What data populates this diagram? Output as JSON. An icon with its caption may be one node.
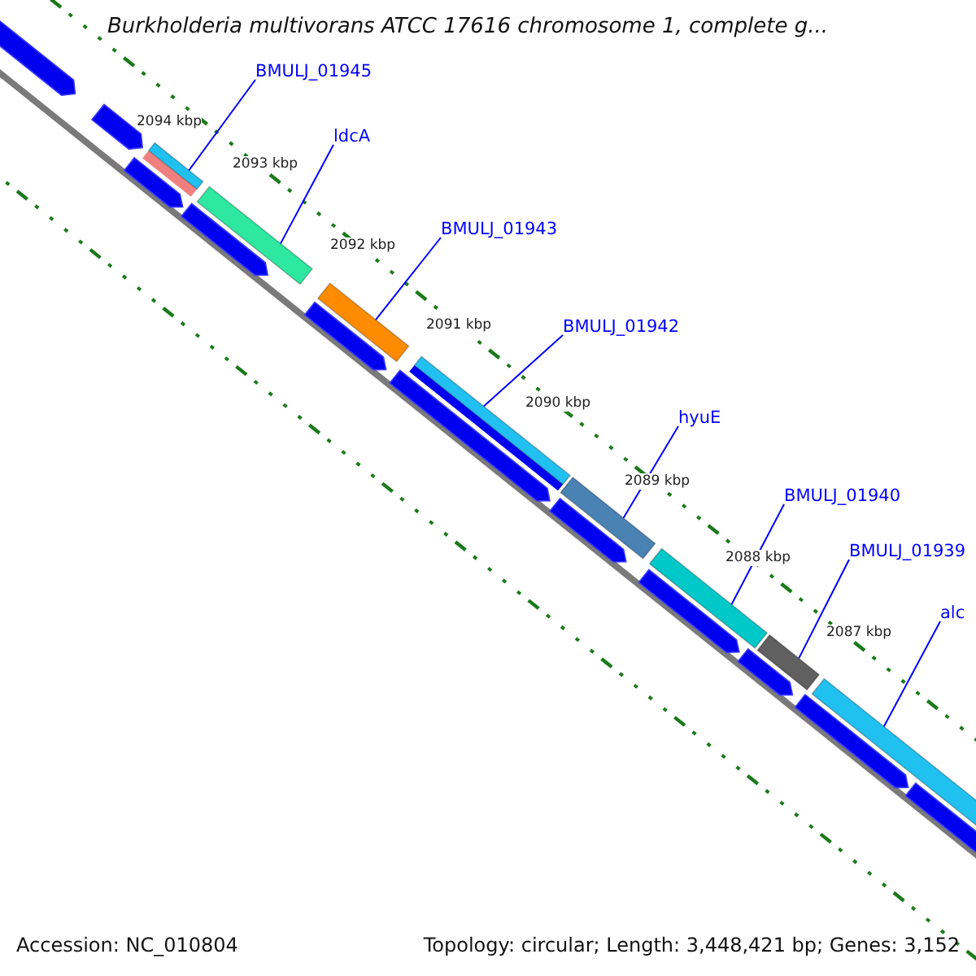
{
  "diagram": {
    "title": "Burkholderia multivorans ATCC 17616 chromosome 1, complete g...",
    "nodes": [
      {
        "text": [
          "BMULJ_01945"
        ]
      },
      {
        "text": [],
        "shape": "bar"
      },
      {
        "text": [
          "ldcA"
        ]
      },
      {
        "text": [],
        "shape": "bar"
      },
      {
        "text": [
          "BMULJ_01943"
        ]
      },
      {
        "text": [],
        "shape": "bar"
      },
      {
        "text": [
          "BMULJ_01942"
        ]
      },
      {
        "text": [],
        "shape": "bar"
      },
      {
        "text": [
          "hyuE"
        ]
      },
      {
        "text": [],
        "shape": "bar"
      },
      {
        "text": [
          "BMULJ_01940"
        ]
      },
      {
        "text": [],
        "shape": "bar"
      },
      {
        "text": [
          "BMULJ_01939"
        ]
      },
      {
        "text": [],
        "shape": "bar"
      },
      {
        "text": [
          "alc"
        ]
      },
      {
        "text": [],
        "shape": "bar"
      }
    ],
    "edges": [
      {
        "from": 0,
        "to": 1,
        "arrow": "none"
      },
      {
        "from": 2,
        "to": 3,
        "arrow": "none"
      },
      {
        "from": 4,
        "to": 5,
        "arrow": "none"
      },
      {
        "from": 6,
        "to": 7,
        "arrow": "none"
      },
      {
        "from": 8,
        "to": 9,
        "arrow": "none"
      },
      {
        "from": 10,
        "to": 11,
        "arrow": "none"
      },
      {
        "from": 12,
        "to": 13,
        "arrow": "none"
      },
      {
        "from": 14,
        "to": 15,
        "arrow": "none"
      }
    ],
    "labels": [
      "2094 kbp",
      "2093 kbp",
      "2092 kbp",
      "2091 kbp",
      "2090 kbp",
      "2089 kbp",
      "2088 kbp",
      "2087 kbp",
      "Accession: NC_010804",
      "Topology: circular; Length: 3,448,421 bp; Genes: 3,152"
    ]
  }
}
